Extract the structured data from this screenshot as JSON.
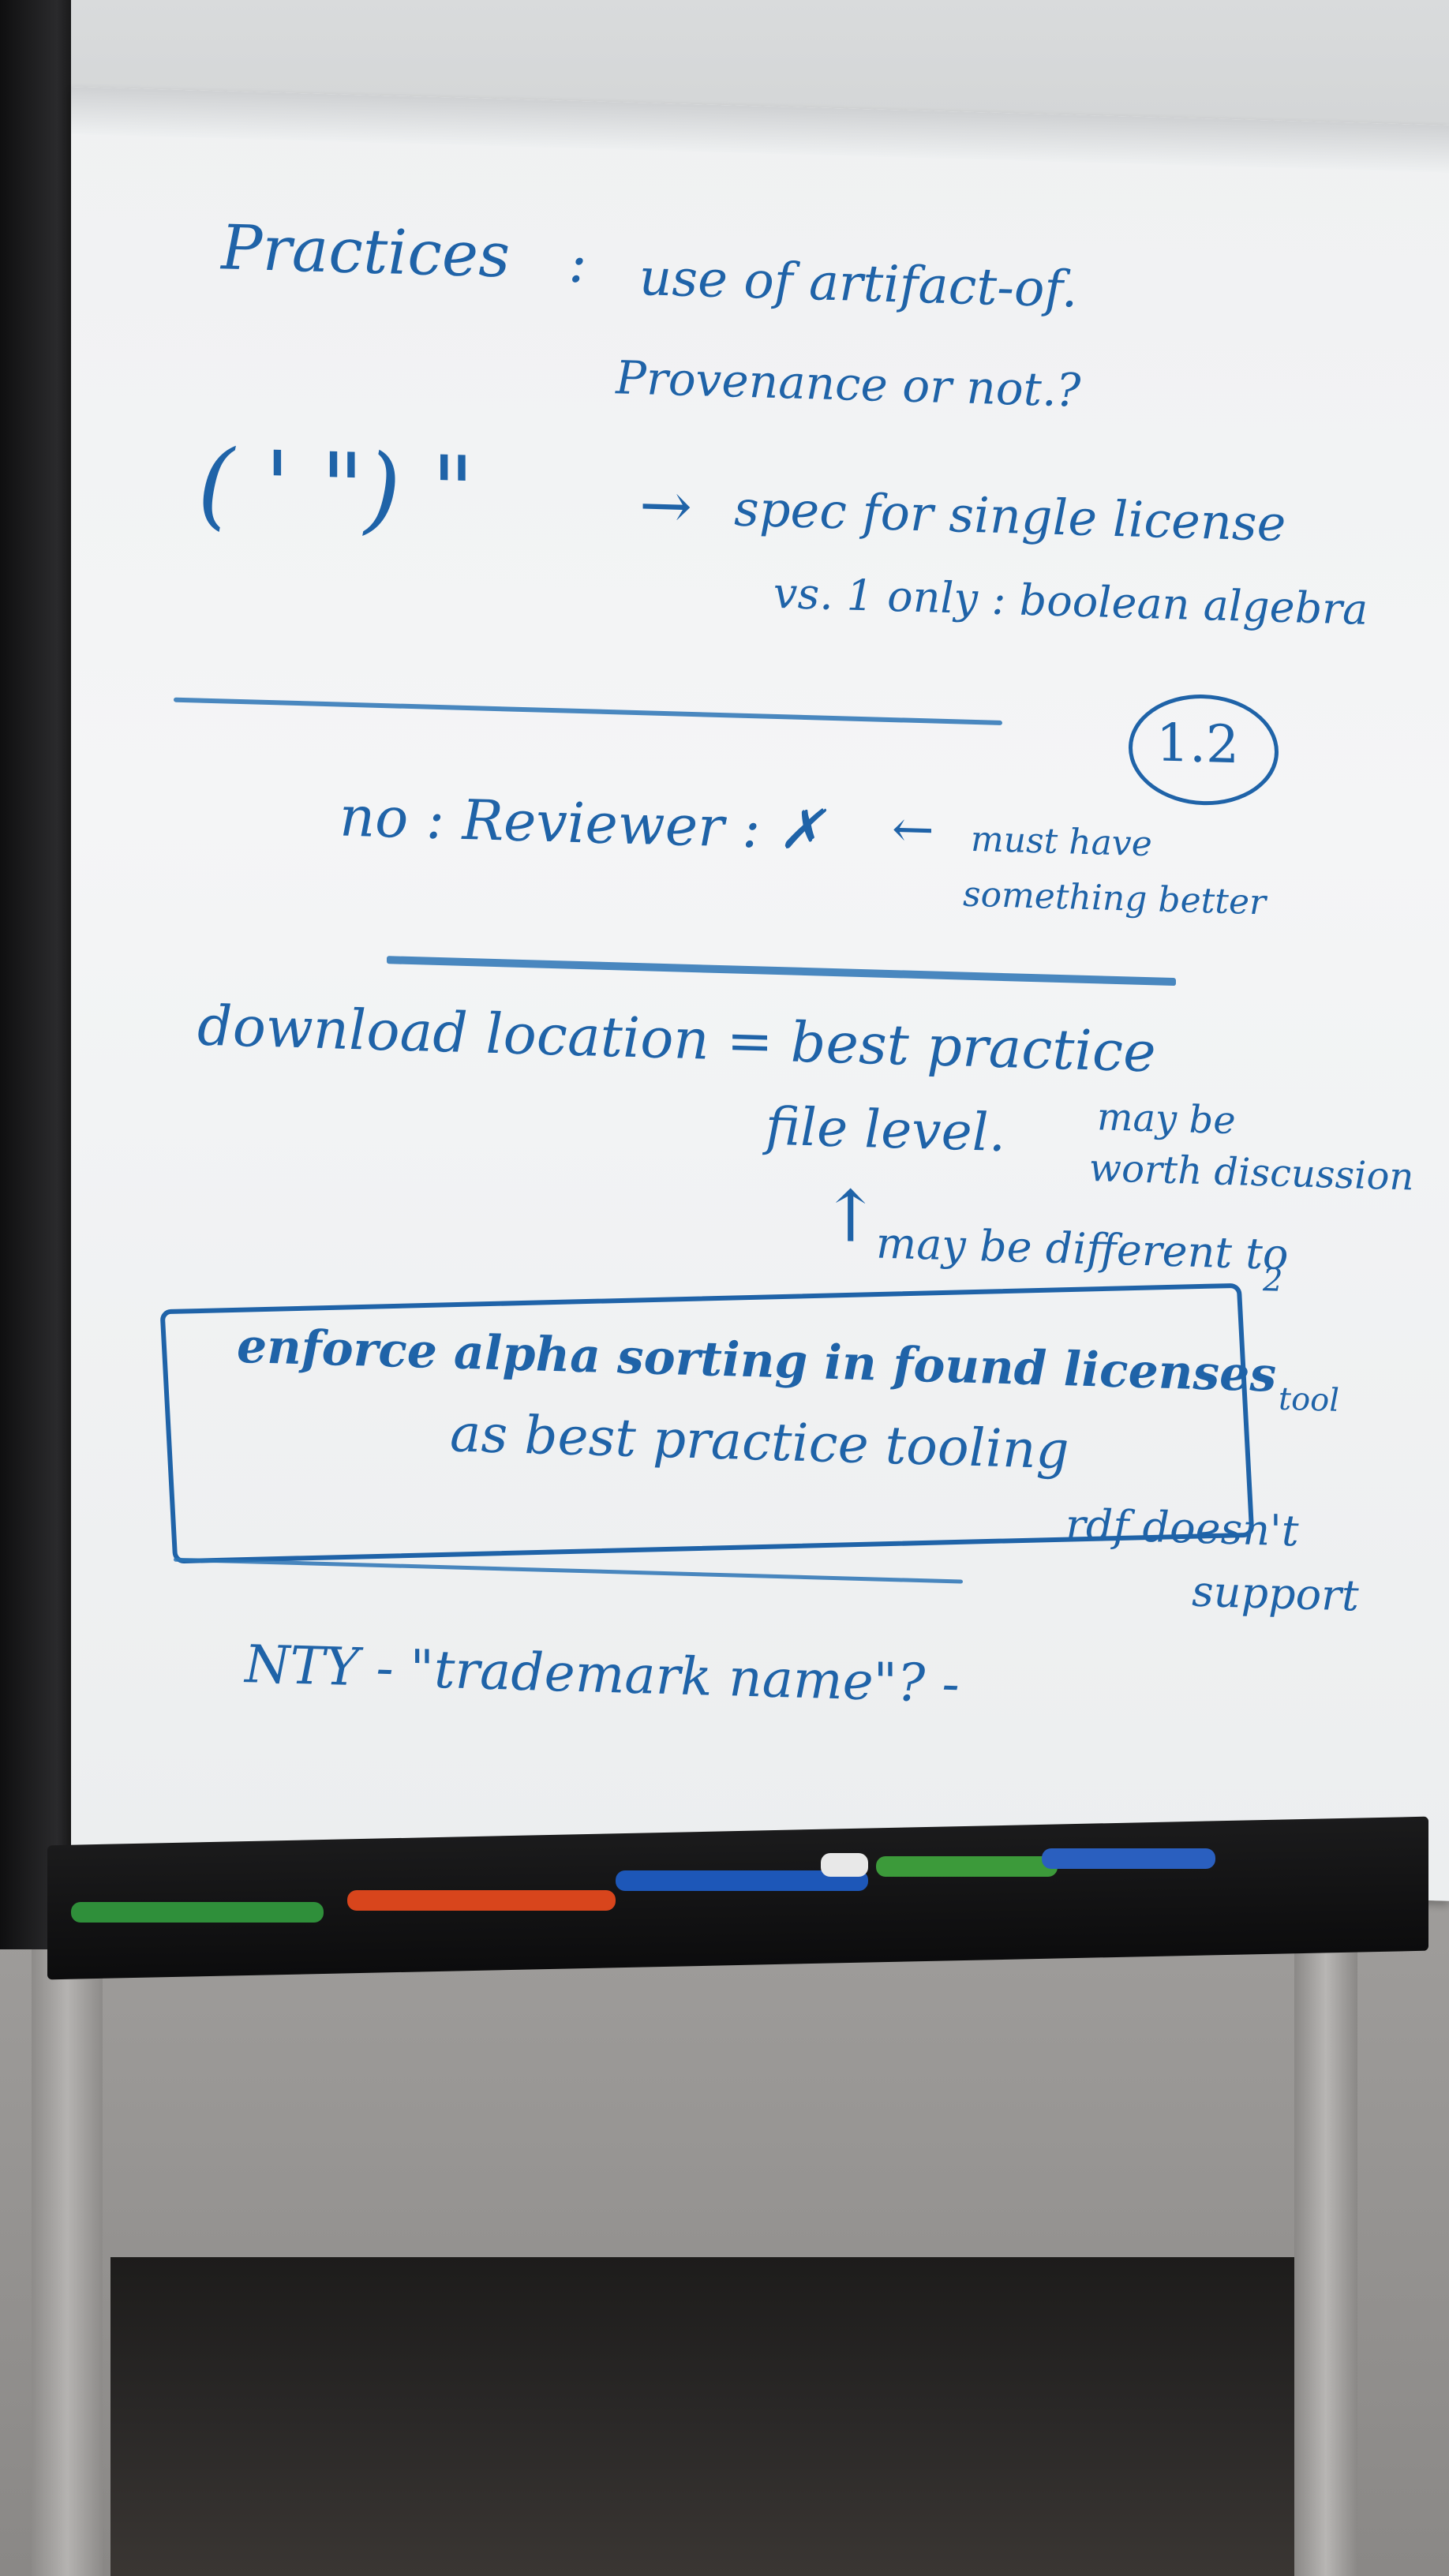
{
  "flipchart": {
    "line1_label": "Practices",
    "line1_colon": ":",
    "line1_text": "use of artifact-of.",
    "line2_text": "Provenance or not.?",
    "line3_parens": "( ' \") \"",
    "line3_arrow": "→",
    "line3_text": "spec for single license",
    "line4_text": "vs. 1 only : boolean algebra",
    "version_circle": "1.2",
    "line5_text": "no : Reviewer : ✗",
    "line5_arrow": "←",
    "line5_note_1": "must have",
    "line5_note_2": "something better",
    "line6_text": "download location = best practice",
    "line7_text": "file level.",
    "line7_note_1": "may be",
    "line7_note_2": "worth discussion",
    "line8_arrow": "↑",
    "line8_text": "may be different to",
    "line8_sup": "2",
    "box_line_1": "enforce alpha sorting in found licenses",
    "box_line_2": "as best practice tooling",
    "side_note_1": "rdf doesn't",
    "side_note_2": "support",
    "side_note_3": "tool",
    "line9_text": "NTY - \"trademark name\"? -"
  },
  "colors": {
    "ink": "#1f63a8",
    "paper": "#f2f3f4"
  }
}
